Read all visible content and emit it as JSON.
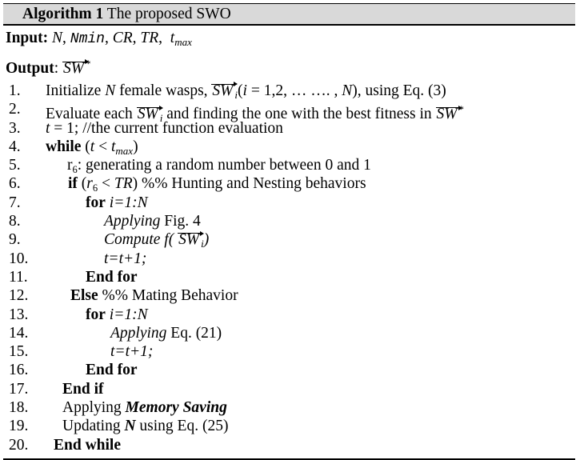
{
  "colors": {
    "header_bg": "#d9d9d9",
    "rule": "#000000",
    "text": "#000000",
    "page_bg": "#ffffff"
  },
  "header": {
    "label": "Algorithm 1",
    "title": " The proposed SWO"
  },
  "io_lines": [
    {
      "name": "input-line",
      "label": "Input:",
      "segments": [
        {
          "t": " ",
          "s": "r"
        },
        {
          "t": "N",
          "s": "i"
        },
        {
          "t": ", ",
          "s": "r"
        },
        {
          "t": "Nmin",
          "s": "mi"
        },
        {
          "t": ", ",
          "s": "r"
        },
        {
          "t": "CR",
          "s": "i"
        },
        {
          "t": ", ",
          "s": "r"
        },
        {
          "t": "TR",
          "s": "i"
        },
        {
          "t": ",  ",
          "s": "r"
        },
        {
          "t": "t",
          "s": "i"
        },
        {
          "t": "max",
          "s": "sub"
        }
      ]
    },
    {
      "name": "output-line",
      "label": "Output",
      "segments": [
        {
          "t": ": ",
          "s": "r"
        },
        {
          "t": "SW",
          "s": "vec"
        },
        {
          "t": "*",
          "s": "sup"
        }
      ]
    }
  ],
  "code_lines": [
    {
      "num": "1.",
      "indent": 53,
      "segments": [
        {
          "t": "Initialize ",
          "s": "r"
        },
        {
          "t": "N",
          "s": "i"
        },
        {
          "t": " female wasps, ",
          "s": "r"
        },
        {
          "t": "SW",
          "s": "vec"
        },
        {
          "t": "i",
          "s": "sub"
        },
        {
          "t": "(",
          "s": "r"
        },
        {
          "t": "i",
          "s": "i"
        },
        {
          "t": " = 1,2, … …. , ",
          "s": "r"
        },
        {
          "t": "N",
          "s": "i"
        },
        {
          "t": "), using Eq. (3)",
          "s": "r"
        }
      ]
    },
    {
      "num": "2.",
      "indent": 53,
      "segments": [
        {
          "t": "Evaluate each ",
          "s": "r"
        },
        {
          "t": "SW",
          "s": "vec"
        },
        {
          "t": "i",
          "s": "sub"
        },
        {
          "t": " and finding the one with the best fitness in ",
          "s": "r"
        },
        {
          "t": "SW",
          "s": "vec"
        },
        {
          "t": "*",
          "s": "sup"
        }
      ]
    },
    {
      "num": "3.",
      "indent": 53,
      "segments": [
        {
          "t": "t",
          "s": "i"
        },
        {
          "t": " = 1; //the current function evaluation",
          "s": "r"
        }
      ]
    },
    {
      "num": "4.",
      "indent": 53,
      "segments": [
        {
          "t": "while",
          "s": "b"
        },
        {
          "t": " (",
          "s": "r"
        },
        {
          "t": "t",
          "s": "i"
        },
        {
          "t": " < ",
          "s": "r"
        },
        {
          "t": "t",
          "s": "i"
        },
        {
          "t": "max",
          "s": "sub"
        },
        {
          "t": ")",
          "s": "r"
        }
      ]
    },
    {
      "num": "5.",
      "indent": 80,
      "segments": [
        {
          "t": "r",
          "s": "r"
        },
        {
          "t": "6",
          "s": "subr"
        },
        {
          "t": ": generating a random number between 0 and 1",
          "s": "r"
        }
      ]
    },
    {
      "num": "6.",
      "indent": 81,
      "segments": [
        {
          "t": "if",
          "s": "b"
        },
        {
          "t": " (",
          "s": "r"
        },
        {
          "t": "r",
          "s": "i"
        },
        {
          "t": "6",
          "s": "subr"
        },
        {
          "t": " < ",
          "s": "r"
        },
        {
          "t": "TR",
          "s": "i"
        },
        {
          "t": ") %% Hunting and Nesting behaviors",
          "s": "r"
        }
      ]
    },
    {
      "num": "7.",
      "indent": 103,
      "segments": [
        {
          "t": "for",
          "s": "b"
        },
        {
          "t": " ",
          "s": "r"
        },
        {
          "t": "i=1:N",
          "s": "i"
        }
      ]
    },
    {
      "num": "8.",
      "indent": 126,
      "segments": [
        {
          "t": "Applying",
          "s": "i"
        },
        {
          "t": " Fig. 4",
          "s": "r"
        }
      ]
    },
    {
      "num": "9.",
      "indent": 126,
      "segments": [
        {
          "t": "Compute f( ",
          "s": "i"
        },
        {
          "t": "SW",
          "s": "vec"
        },
        {
          "t": "i",
          "s": "sub"
        },
        {
          "t": ")",
          "s": "i"
        }
      ]
    },
    {
      "num": "10.",
      "indent": 126,
      "segments": [
        {
          "t": "t=t+1;",
          "s": "i"
        }
      ]
    },
    {
      "num": "11.",
      "indent": 103,
      "segments": [
        {
          "t": "End for",
          "s": "b"
        }
      ]
    },
    {
      "num": "12.",
      "indent": 84,
      "segments": [
        {
          "t": "Else",
          "s": "b"
        },
        {
          "t": " %% Mating Behavior",
          "s": "r"
        }
      ]
    },
    {
      "num": "13.",
      "indent": 103,
      "segments": [
        {
          "t": "for",
          "s": "b"
        },
        {
          "t": " ",
          "s": "r"
        },
        {
          "t": "i=1:N",
          "s": "i"
        }
      ]
    },
    {
      "num": "14.",
      "indent": 134,
      "segments": [
        {
          "t": "Applying",
          "s": "i"
        },
        {
          "t": " Eq. (21)",
          "s": "r"
        }
      ]
    },
    {
      "num": "15.",
      "indent": 134,
      "segments": [
        {
          "t": "t=t+1;",
          "s": "i"
        }
      ]
    },
    {
      "num": "16.",
      "indent": 103,
      "segments": [
        {
          "t": "End for",
          "s": "b"
        }
      ]
    },
    {
      "num": "17.",
      "indent": 74,
      "segments": [
        {
          "t": "End if",
          "s": "b"
        }
      ]
    },
    {
      "num": "18.",
      "indent": 74,
      "segments": [
        {
          "t": "Applying ",
          "s": "r"
        },
        {
          "t": "Memory Saving",
          "s": "bi"
        }
      ]
    },
    {
      "num": "19.",
      "indent": 74,
      "segments": [
        {
          "t": "Updating ",
          "s": "r"
        },
        {
          "t": "N",
          "s": "bi"
        },
        {
          "t": " using Eq. (25)",
          "s": "r"
        }
      ]
    },
    {
      "num": "20.",
      "indent": 63,
      "segments": [
        {
          "t": "End while",
          "s": "b"
        }
      ]
    }
  ]
}
